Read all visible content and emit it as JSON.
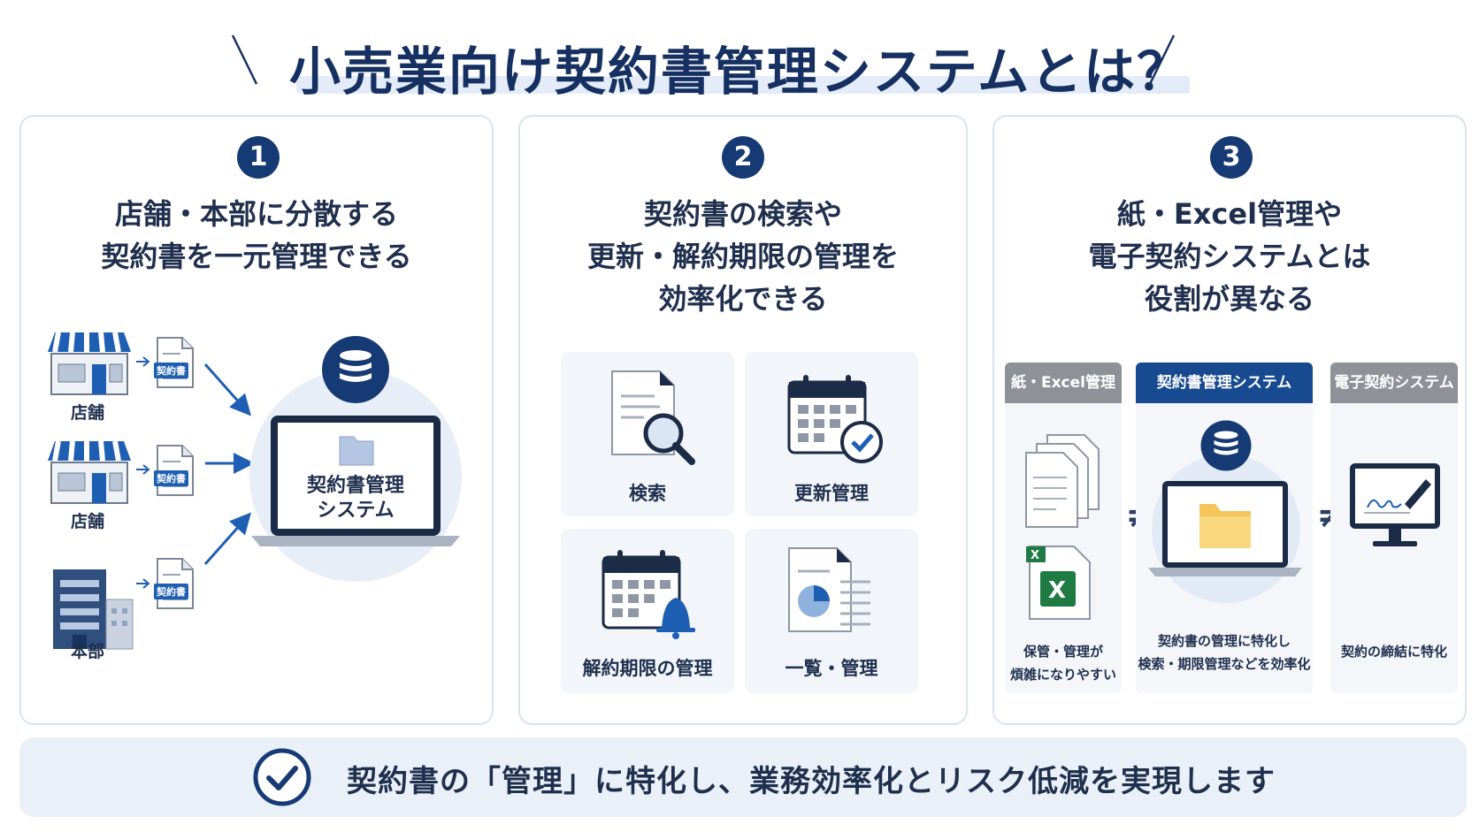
{
  "title": "小売業向け契約書管理システムとは？",
  "cards": [
    {
      "number": "1",
      "title_lines": [
        "店舗・本部に分散する",
        "契約書を一元管理できる"
      ],
      "sources": [
        {
          "label": "店舗",
          "doc_tag": "契約書"
        },
        {
          "label": "店舗",
          "doc_tag": "契約書"
        },
        {
          "label": "本部",
          "doc_tag": "契約書"
        }
      ],
      "system_label_lines": [
        "契約書管理",
        "システム"
      ]
    },
    {
      "number": "2",
      "title_lines": [
        "契約書の検索や",
        "更新・解約期限の管理を",
        "効率化できる"
      ],
      "tiles": [
        {
          "label": "検索",
          "icon": "search-document-icon"
        },
        {
          "label": "更新管理",
          "icon": "calendar-check-icon"
        },
        {
          "label": "解約期限の管理",
          "icon": "calendar-bell-icon"
        },
        {
          "label": "一覧・管理",
          "icon": "document-chart-icon"
        }
      ]
    },
    {
      "number": "3",
      "title_lines": [
        "紙・Excel管理や",
        "電子契約システムとは",
        "役割が異なる"
      ],
      "columns": [
        {
          "header": "紙・Excel管理",
          "desc_lines": [
            "保管・管理が",
            "煩雑になりやすい"
          ]
        },
        {
          "header": "契約書管理システム",
          "desc_lines": [
            "契約書の管理に特化し",
            "検索・期限管理などを効率化"
          ]
        },
        {
          "header": "電子契約システム",
          "desc_lines": [
            "契約の締結に特化"
          ]
        }
      ],
      "not_equal": "≠"
    }
  ],
  "bottom": {
    "text": "契約書の「管理」に特化し、業務効率化とリスク低減を実現します"
  },
  "colors": {
    "navy": "#163a74",
    "blue": "#1e5fb4",
    "light": "#eaf0f8",
    "gray": "#8e9298"
  }
}
